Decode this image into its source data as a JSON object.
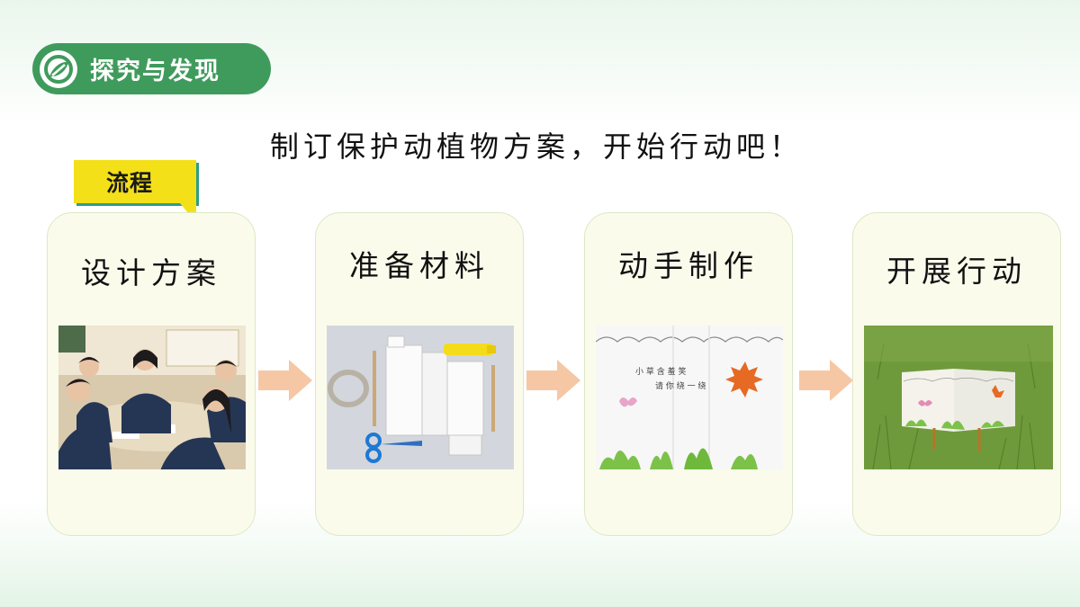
{
  "section": {
    "title": "探究与发现",
    "icon": "leaf-logo-icon"
  },
  "headline": "制订保护动植物方案，开始行动吧！",
  "tag": {
    "label": "流程"
  },
  "steps": [
    {
      "title": "设计方案",
      "image": "students-discussion-photo"
    },
    {
      "title": "准备材料",
      "image": "craft-materials-photo"
    },
    {
      "title": "动手制作",
      "image": "handmade-sign-photo"
    },
    {
      "title": "开展行动",
      "image": "sign-on-grass-photo"
    }
  ],
  "sign_text": {
    "line1": "小 草 含 羞 笑",
    "line2": "请 你 绕 一 绕"
  },
  "colors": {
    "accent_green": "#3f9b5c",
    "tag_yellow": "#f4e019",
    "tag_shadow": "#2b9e8a",
    "card_bg": "#fbfbec",
    "arrow": "#f6c7a5"
  }
}
